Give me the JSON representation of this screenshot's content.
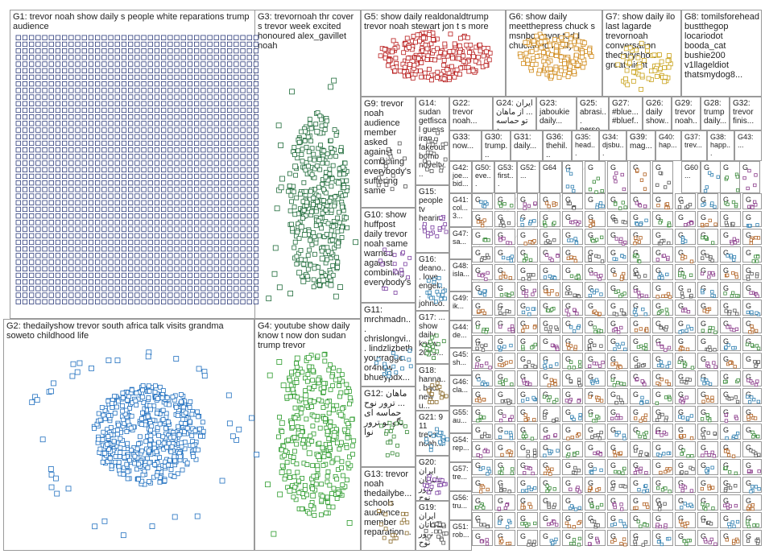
{
  "groups": [
    {
      "id": "G1",
      "label": "G1: trevor noah show daily s people white reparations trump audience"
    },
    {
      "id": "G2",
      "label": "G2: thedailyshow trevor south africa talk visits grandma soweto childhood life"
    },
    {
      "id": "G3",
      "label": "G3: trevornoah thr cover s trevor week excited honoured alex_gavillet noah"
    },
    {
      "id": "G4",
      "label": "G4: youtube show daily know t now don sudan trump trevor"
    },
    {
      "id": "G5",
      "label": "G5: show daily realdonaldtrump trevor noah stewart jon t s more"
    },
    {
      "id": "G6",
      "label": "G6: show daily meetthepress chuck s msnbc trevor todd chucktodd really"
    },
    {
      "id": "G7",
      "label": "G7: show daily ilo last lagarde trevornoah conversation thedailyshow great night"
    },
    {
      "id": "G8",
      "label": "G8: tomilsforehead bustthegop locariodot booda_cat bushie200 v1llageldiot thatsmydog8..."
    },
    {
      "id": "G9",
      "label": "G9: trevor noah audience member asked against combining everybody's suffering same"
    },
    {
      "id": "G10",
      "label": "G10: show huffpost daily trevor noah same warned against combining everybody's"
    },
    {
      "id": "G11",
      "label": "G11: mrchmadn... chrislongvi... lindzlizbeth yourragge... or4now bhueypdx..."
    },
    {
      "id": "G12",
      "label": "G12: ماهان ... ترور نوح حماسه ای بگو تو ترور نوا"
    },
    {
      "id": "G13",
      "label": "G13: trevor noah thedailybe... schools audience member reparation..."
    },
    {
      "id": "G14",
      "label": "G14: sudan getfiscal guess iran fakeout bomb novelty..."
    },
    {
      "id": "G15",
      "label": "G15: people tv hearin..."
    },
    {
      "id": "G16",
      "label": "G16: deano... love engelr... johnco..."
    },
    {
      "id": "G17",
      "label": "G17: ... show daily know 2019..."
    },
    {
      "id": "G18",
      "label": "G18: hanna... back new u..."
    },
    {
      "id": "G19",
      "label": "G19: ایران ماهاتان ترور نوح"
    },
    {
      "id": "G20",
      "label": "G20: ایران ماهاتان ترور نوح"
    },
    {
      "id": "G21",
      "label": "G21: 9 11 trevor noah..."
    },
    {
      "id": "G22",
      "label": "G22: trevor noah..."
    },
    {
      "id": "G23",
      "label": "G23: jaboukie daily..."
    },
    {
      "id": "G24",
      "label": "G24: ایران ... از ماهان تو حماسه رد"
    },
    {
      "id": "G25",
      "label": "G25: abrasi... perso..."
    },
    {
      "id": "G26",
      "label": "G26: daily show..."
    },
    {
      "id": "G27",
      "label": "G27: #blue... #bluef..."
    },
    {
      "id": "G28",
      "label": "G28: trump daily..."
    },
    {
      "id": "G29",
      "label": "G29: trevor noah..."
    },
    {
      "id": "G30",
      "label": "G30: trump..."
    },
    {
      "id": "G31",
      "label": "G31: daily..."
    },
    {
      "id": "G32",
      "label": "G32: trevor finis..."
    },
    {
      "id": "G33",
      "label": "G33: now..."
    },
    {
      "id": "G34",
      "label": "G34: djsbu..."
    },
    {
      "id": "G35",
      "label": "G35: head..."
    },
    {
      "id": "G36",
      "label": "G36: thehil..."
    },
    {
      "id": "G37",
      "label": "G37: trev..."
    },
    {
      "id": "G38",
      "label": "G38: happ..."
    },
    {
      "id": "G39",
      "label": "G39: mag..."
    },
    {
      "id": "G40",
      "label": "G40: hap..."
    },
    {
      "id": "G41",
      "label": "G41: col... 3..."
    },
    {
      "id": "G42",
      "label": "G42: joe... bid..."
    },
    {
      "id": "G43",
      "label": "G43: ..."
    },
    {
      "id": "G44",
      "label": "G44: de..."
    },
    {
      "id": "G45",
      "label": "G45: sh..."
    },
    {
      "id": "G46",
      "label": "G46: cla..."
    },
    {
      "id": "G47",
      "label": "G47: sa..."
    },
    {
      "id": "G48",
      "label": "G48: isla..."
    },
    {
      "id": "G49",
      "label": "G49: ik..."
    },
    {
      "id": "G50",
      "label": "G50: eve..."
    },
    {
      "id": "G51",
      "label": "G51: rob..."
    },
    {
      "id": "G52",
      "label": "G52: ..."
    },
    {
      "id": "G53",
      "label": "G53: first..."
    },
    {
      "id": "G54",
      "label": "G54: rep..."
    },
    {
      "id": "G55",
      "label": "G55: au..."
    },
    {
      "id": "G56",
      "label": "G56: tru..."
    },
    {
      "id": "G57",
      "label": "G57: tre..."
    },
    {
      "id": "G60",
      "label": "G60..."
    },
    {
      "id": "G64",
      "label": "G64"
    }
  ],
  "small_group_label": "G",
  "colors": {
    "border": "#9a9a9a",
    "G1": "#2b3a7a",
    "G2": "#1f6fbf",
    "G3": "#1f6b3a",
    "G4": "#2a9a2a",
    "G5": "#b81c1c",
    "G6": "#d08a1a",
    "G7": "#c9a21a",
    "edge": "#aaaaaa",
    "edge_red": "#e03030"
  }
}
